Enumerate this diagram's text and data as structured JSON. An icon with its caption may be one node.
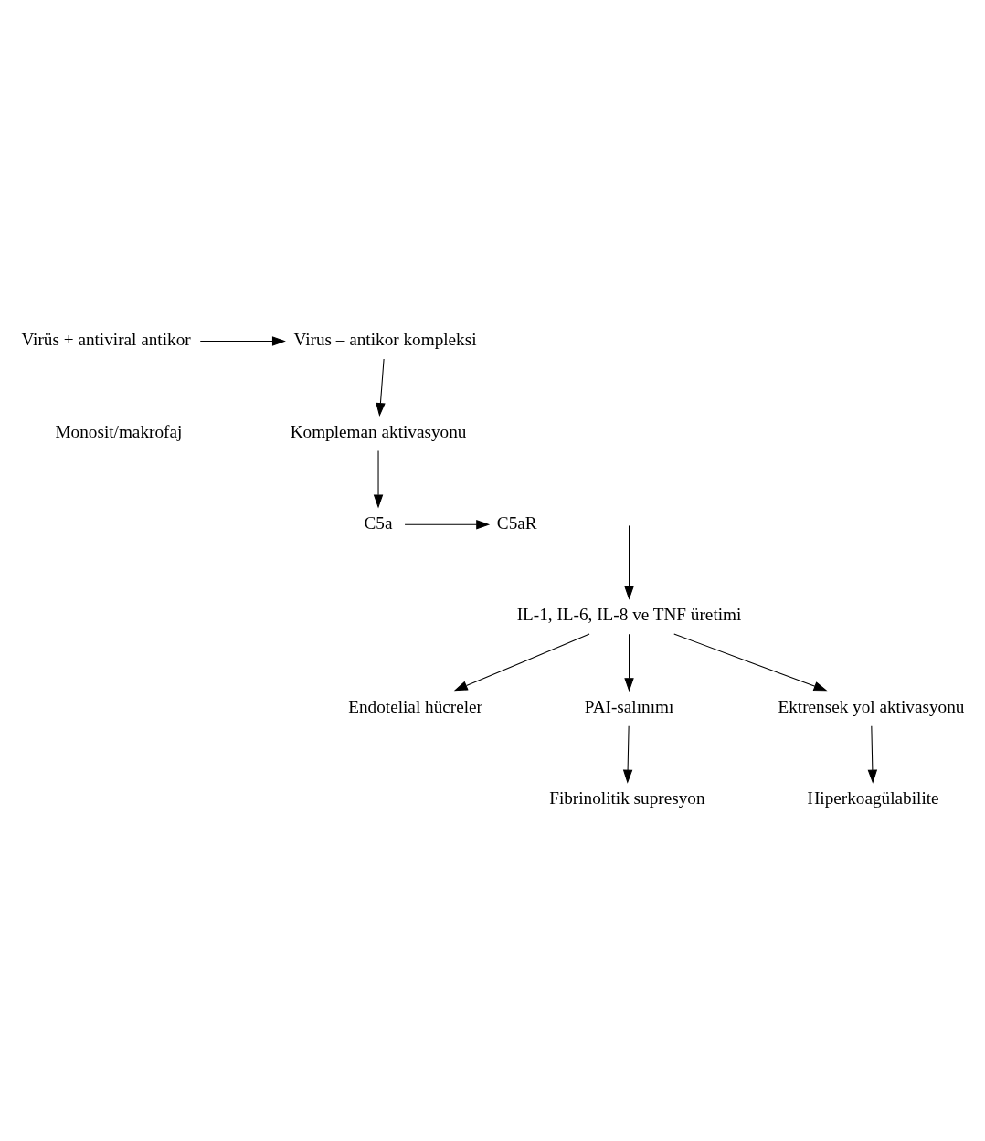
{
  "diagram": {
    "nodes": [
      {
        "text": [
          "Virüs + antiviral antikor"
        ]
      },
      {
        "text": [
          "Virus – antikor kompleksi"
        ]
      },
      {
        "text": [
          "Kompleman aktivasyonu"
        ]
      },
      {
        "text": [
          "C5aR"
        ]
      },
      {
        "text": [
          "C5a"
        ]
      },
      {
        "text": [
          "IL-1, IL-6, IL-8 ve TNF üretimi"
        ]
      },
      {
        "text": [
          "Endotelial hücreler"
        ]
      },
      {
        "text": [
          "PAI-salınımı"
        ]
      },
      {
        "text": [
          "Ektrensek yol aktivasyonu"
        ]
      },
      {
        "text": [
          "Fibrinolitik supresyon"
        ]
      },
      {
        "text": [
          "Hiperkoagülabilite"
        ]
      }
    ],
    "edges": [
      {
        "from": 0,
        "to": 1,
        "arrow": "to"
      },
      {
        "from": 1,
        "to": 2,
        "arrow": "to"
      },
      {
        "from": 2,
        "to": 4,
        "arrow": "to"
      },
      {
        "from": 4,
        "to": 3,
        "arrow": "to"
      },
      {
        "from": null,
        "to": 5,
        "arrow": "to"
      },
      {
        "from": 5,
        "to": 7,
        "arrow": "to"
      },
      {
        "from": 5,
        "to": 6,
        "arrow": "to"
      },
      {
        "from": 5,
        "to": 8,
        "arrow": "to"
      },
      {
        "from": 7,
        "to": 9,
        "arrow": "to"
      },
      {
        "from": 8,
        "to": 10,
        "arrow": "to"
      }
    ],
    "labels": [
      "Monosit/makrofaj"
    ]
  }
}
